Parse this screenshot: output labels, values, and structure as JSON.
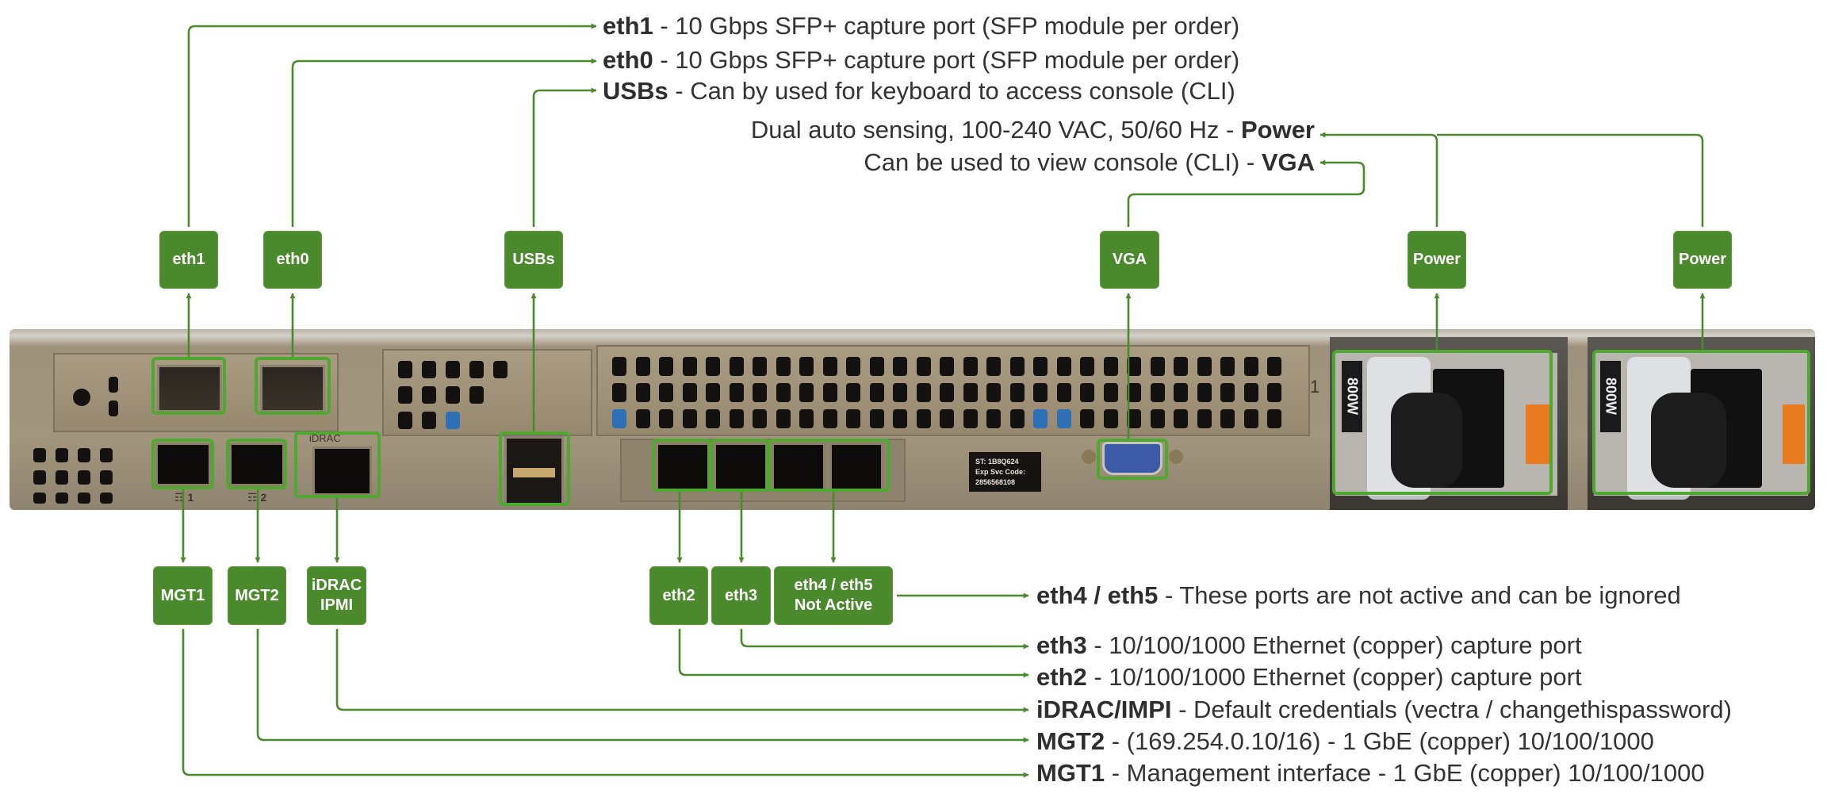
{
  "diagram": {
    "accent_color": "#4b8a2c",
    "top_labels": [
      {
        "id": "eth1",
        "name": "eth1",
        "desc": " - 10 Gbps SFP+ capture port (SFP module per order)"
      },
      {
        "id": "eth0",
        "name": "eth0",
        "desc": " - 10 Gbps SFP+ capture port (SFP module per order)"
      },
      {
        "id": "usbs",
        "name": "USBs",
        "desc": " - Can by used for keyboard to access console (CLI)"
      }
    ],
    "top_right_labels": [
      {
        "id": "power",
        "desc": "Dual auto sensing, 100-240 VAC, 50/60 Hz - ",
        "name": "Power"
      },
      {
        "id": "vga",
        "desc": "Can be used to view console (CLI) - ",
        "name": "VGA"
      }
    ],
    "bottom_labels": [
      {
        "id": "eth45",
        "name": "eth4 / eth5",
        "desc": " - These ports are not active and can be ignored"
      },
      {
        "id": "eth3",
        "name": "eth3",
        "desc": " - 10/100/1000 Ethernet (copper) capture port"
      },
      {
        "id": "eth2",
        "name": "eth2",
        "desc": " - 10/100/1000 Ethernet (copper) capture port"
      },
      {
        "id": "idrac",
        "name": "iDRAC/IMPI",
        "desc": " - Default credentials (vectra / changethispassword)"
      },
      {
        "id": "mgt2",
        "name": "MGT2",
        "desc": " - (169.254.0.10/16) - 1 GbE (copper) 10/100/1000"
      },
      {
        "id": "mgt1",
        "name": "MGT1",
        "desc": " - Management interface - 1 GbE (copper) 10/100/1000"
      }
    ],
    "boxes": {
      "eth1": "eth1",
      "eth0": "eth0",
      "usbs": "USBs",
      "vga": "VGA",
      "power1": "Power",
      "power2": "Power",
      "mgt1": "MGT1",
      "mgt2": "MGT2",
      "idrac_line1": "iDRAC",
      "idrac_line2": "IPMI",
      "eth2": "eth2",
      "eth3": "eth3",
      "eth45_line1": "eth4 / eth5",
      "eth45_line2": "Not Active"
    },
    "photo": {
      "port_label_1": "☶ 1",
      "port_label_2": "☶ 2",
      "idrac_port_label": "iDRAC",
      "service_tag_line1": "ST: 1B8Q624",
      "service_tag_line2": "Exp Svc Code:",
      "service_tag_line3": "2856568108",
      "psu1_rating": "800W",
      "psu2_rating": "800W",
      "psu_slot_number": "1"
    }
  }
}
